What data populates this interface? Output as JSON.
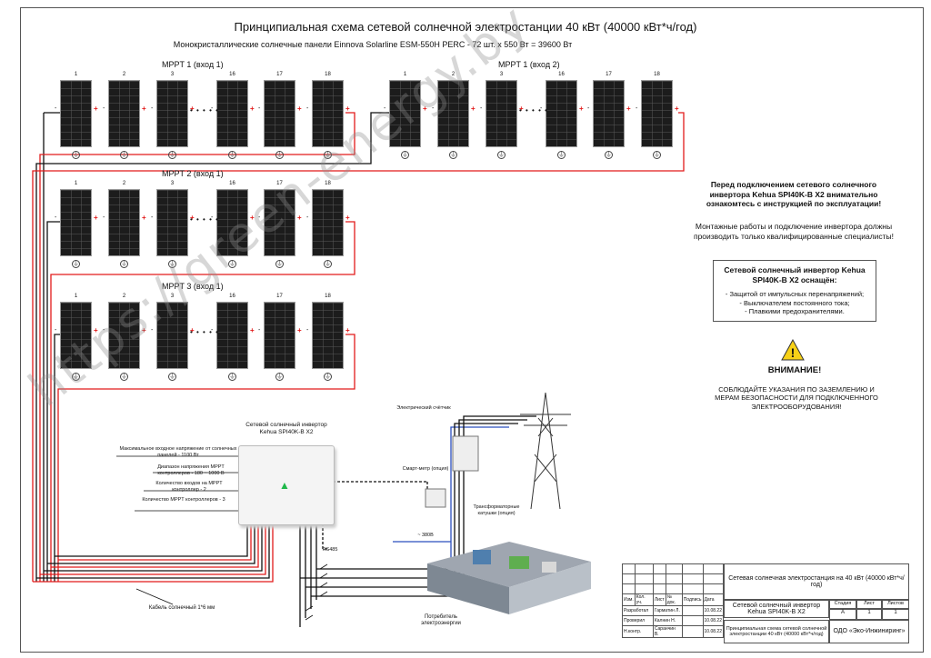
{
  "title": "Принципиальная схема сетевой солнечной электростанции 40 кВт (40000 кВт*ч/год)",
  "subtitle": "Монокристаллические  солнечные панели Einnova Solarline ESM-550H PERC - 72 шт. х 550 Вт = 39600 Вт",
  "groups": [
    {
      "label": "MPPT 1 (вход 1)"
    },
    {
      "label": "MPPT 1 (вход 2)"
    },
    {
      "label": "MPPT 2 (вход 1)"
    },
    {
      "label": "MPPT 3 (вход 1)"
    }
  ],
  "panel_numbers": [
    "1",
    "2",
    "3",
    "16",
    "17",
    "18"
  ],
  "polarity": {
    "plus": "+",
    "minus": "-"
  },
  "dots": "• • • • •",
  "notes": {
    "warning1": "Перед подключением сетевого солнечного инвертора Kehua SPI40K-B X2 внимательно ознакомтесь с инструкцией по эксплуатации!",
    "warning2": "Монтажные работы и подключение инвертора должны производить только квалифицированные специалисты!",
    "box_title": "Сетевой солнечный инвертор Kehua SPI40K-B X2 оснащён:",
    "box_items": [
      "- Защитой от импульсных перенапряжений;",
      "- Выключателем постоянного тока;",
      "- Плавкими предохранителями."
    ],
    "attention": "ВНИМАНИЕ!",
    "attention_text": "СОБЛЮДАЙТЕ УКАЗАНИЯ ПО ЗАЗЕМЛЕНИЮ И МЕРАМ БЕЗОПАСНОСТИ ДЛЯ ПОДКЛЮЧЕННОГО ЭЛЕКТРООБОРУДОВАНИЯ!"
  },
  "inverter": {
    "label": "Сетевой солнечный инвертор Kehua SPI40K-B X2",
    "specs": [
      "Максимальное входное напряжение от солнечных панелей - 1100 Вт",
      "Диапазон напряжения MPPT контроллеров - 180 ~ 1000 В",
      "Количество входов на  MPPT контроллер - 2",
      "Количество MPPT контроллеров - 3"
    ]
  },
  "labels": {
    "meter": "Электрический счётчик",
    "smart_meter": "Смарт-метр (опция)",
    "ct": "Трансформаторные катушки (опция)",
    "voltage": "~ 380В",
    "rs485": "RS485",
    "cable": "Кабель солнечный 1*6 мм",
    "consumer": "Потребитель электроэнергии"
  },
  "stamp": {
    "project": "Сетевая солнечная электростанция на 40 кВт (40000 кВт*ч/год)",
    "device": "Сетевой солнечный инвертор Kehua SPI40K-B X2",
    "scheme": "Принципиальная схема сетевой солнечной электростанции 40 кВт (40000 кВт*ч/год)",
    "company": "ОДО «Эко-Инжиниринг»",
    "headers": [
      "Изм.",
      "Кол. уч.",
      "Лист",
      "№ док.",
      "Подпись",
      "Дата"
    ],
    "stage_h": "Стадия",
    "sheet_h": "Лист",
    "sheets_h": "Листов",
    "stage": "А",
    "sheet": "1",
    "sheets": "1",
    "roles": [
      "Разработал",
      "Проверил",
      "Н.контр."
    ],
    "names": [
      "Гарматин Л.",
      "Калнин Н.",
      "Саранчин В."
    ],
    "dates": [
      "10.08.22",
      "10.08.22",
      "10.08.22"
    ]
  },
  "watermark": "https://green-energy.by"
}
